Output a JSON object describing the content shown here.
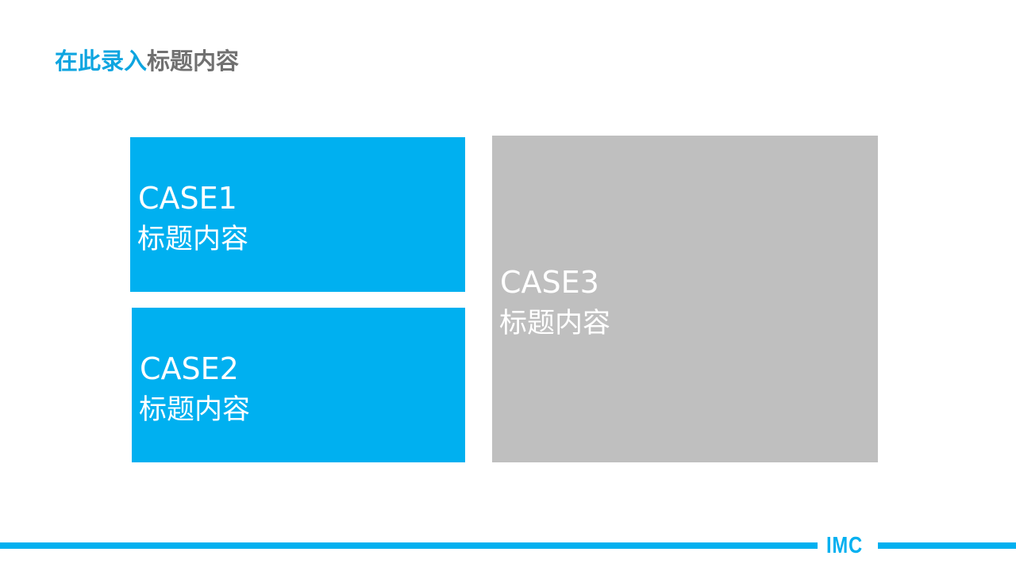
{
  "colors": {
    "accent": "#00b0f0",
    "title_accent": "#0ea5e0",
    "title_rest": "#707070",
    "gray_card": "#bfbfbf",
    "text_on_card": "#ffffff"
  },
  "header": {
    "title_accent": "在此录入",
    "title_rest": "标题内容"
  },
  "cards": [
    {
      "heading": "CASE1",
      "subtitle": "标题内容",
      "color": "#00b0f0"
    },
    {
      "heading": "CASE2",
      "subtitle": "标题内容",
      "color": "#00b0f0"
    },
    {
      "heading": "CASE3",
      "subtitle": "标题内容",
      "color": "#bfbfbf"
    }
  ],
  "footer": {
    "logo_text": "IMC"
  }
}
